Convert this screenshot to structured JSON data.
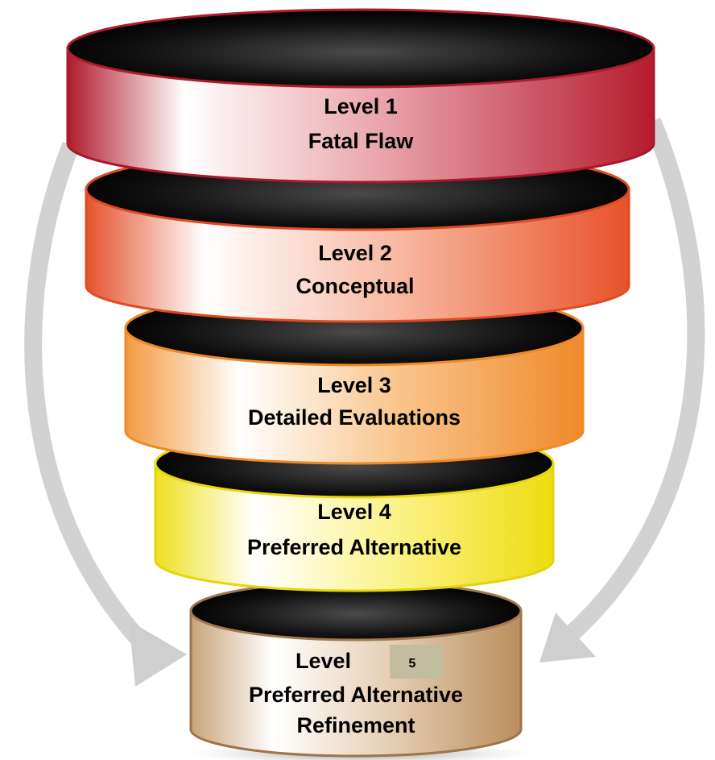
{
  "levels": [
    {
      "line1": "Level 1",
      "line2": "Fatal Flaw",
      "color": "#c8283a"
    },
    {
      "line1": "Level 2",
      "line2": "Conceptual",
      "color": "#ee5a33"
    },
    {
      "line1": "Level 3",
      "line2": "Detailed Evaluations",
      "color": "#f38c2e"
    },
    {
      "line1": "Level 4",
      "line2": "Preferred Alternative",
      "color": "#f0e21e"
    },
    {
      "line1": "Level",
      "line2": "Preferred Alternative",
      "line3": "Refinement",
      "badge": "5",
      "color": "#bf9868"
    }
  ],
  "colors": {
    "arrow": "#cfcfcf",
    "badge": "#c2bd9e",
    "rim_dark": "#0b0b0b"
  }
}
